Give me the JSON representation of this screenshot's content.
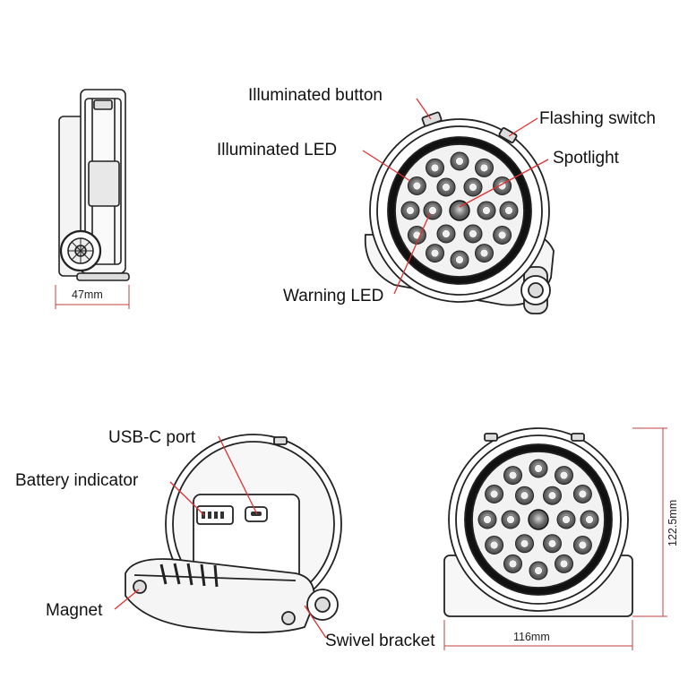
{
  "callouts": {
    "illuminated_button": "Illuminated button",
    "flashing_switch": "Flashing switch",
    "illuminated_led": "Illuminated LED",
    "spotlight": "Spotlight",
    "warning_led": "Warning LED",
    "usb_c_port": "USB-C port",
    "battery_indicator": "Battery indicator",
    "magnet": "Magnet",
    "swivel_bracket": "Swivel bracket"
  },
  "dimensions": {
    "depth": "47mm",
    "width": "116mm",
    "height": "122.5mm"
  },
  "colors": {
    "line": "#222222",
    "leader": "#e03030",
    "dim_line": "#c04040"
  }
}
